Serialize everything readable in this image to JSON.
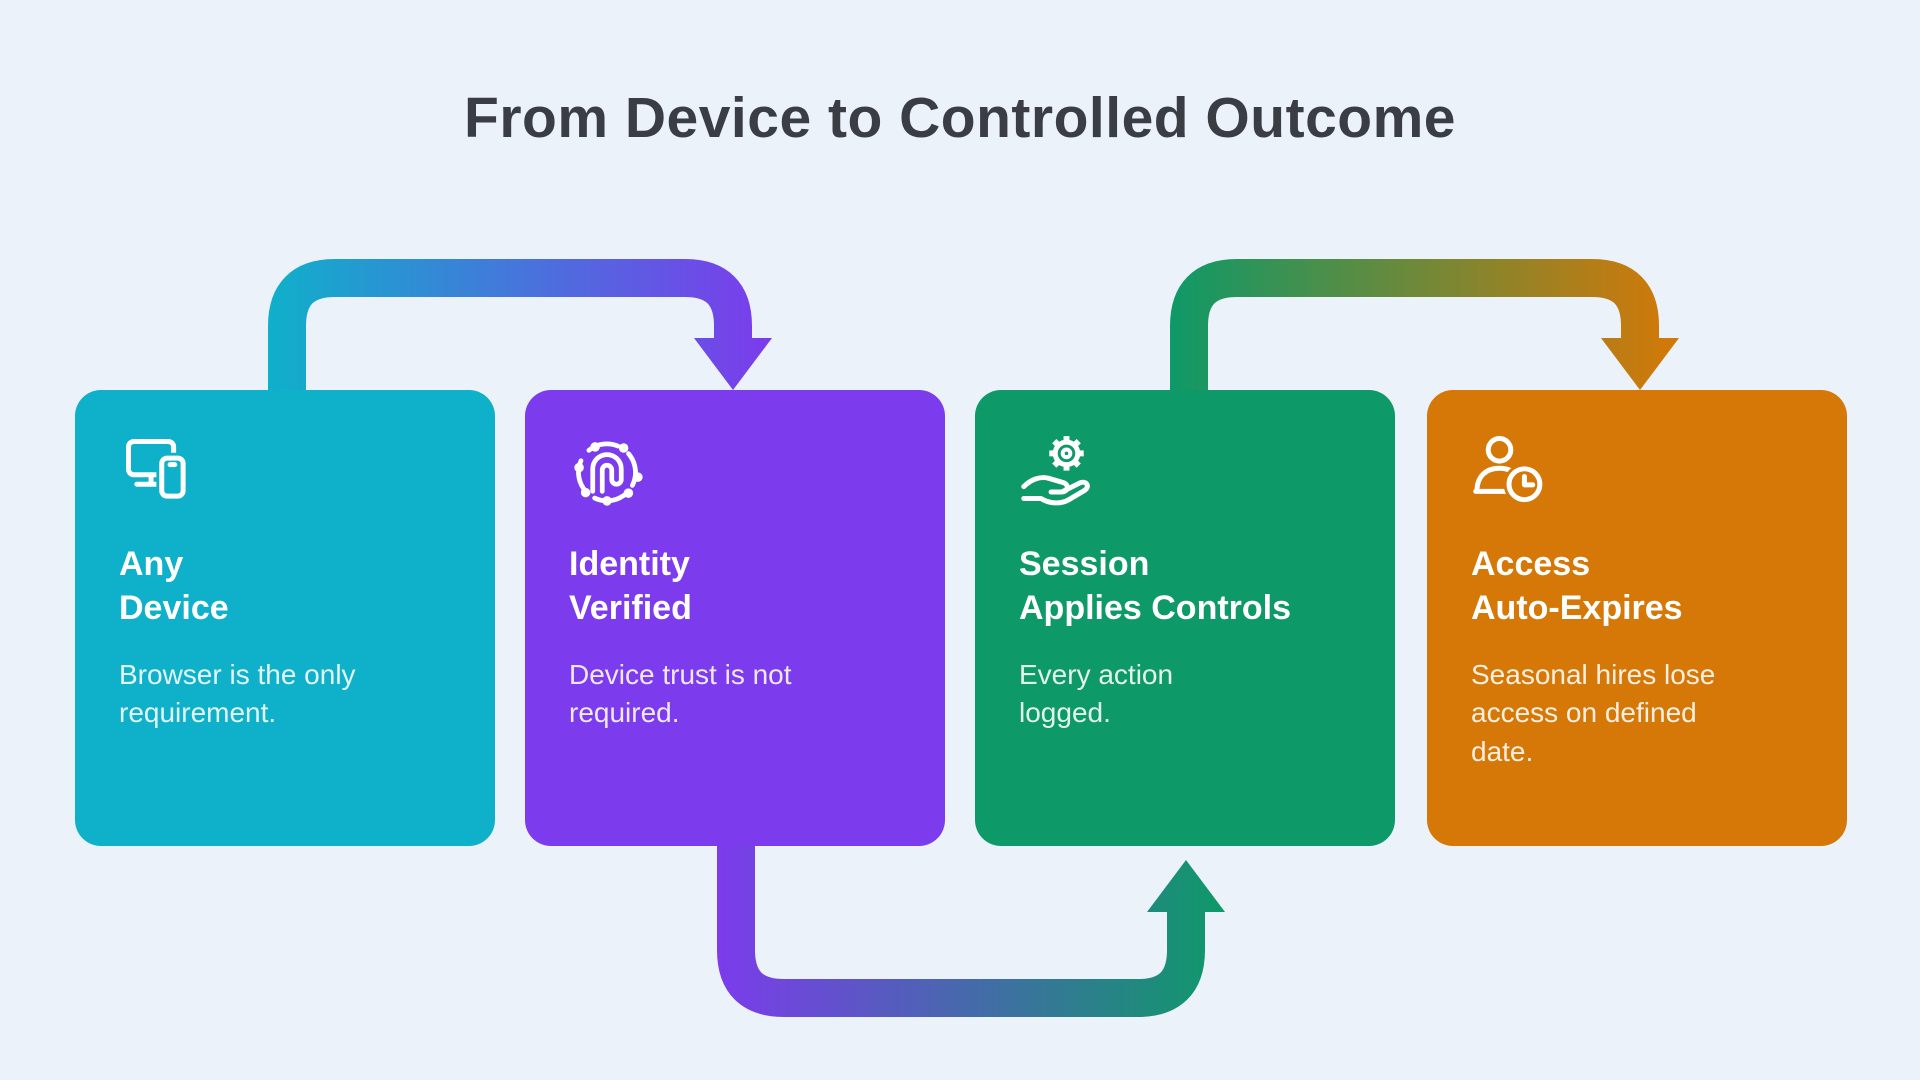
{
  "title": "From Device to Controlled Outcome",
  "colors": {
    "background": "#EBF2FA",
    "title_text": "#3A3E44",
    "card_cyan": "#0FB0CA",
    "card_purple": "#7C3BEC",
    "card_green": "#0E9968",
    "card_orange": "#D57807",
    "icon_stroke": "#FFFFFF"
  },
  "cards": [
    {
      "id": "any-device",
      "icon": "devices-icon",
      "title": "Any\nDevice",
      "body": "Browser is the only\nrequirement.",
      "color": "#0FB0CA"
    },
    {
      "id": "identity-verified",
      "icon": "fingerprint-scan-icon",
      "title": "Identity\nVerified",
      "body": "Device trust is not\nrequired.",
      "color": "#7C3BEC"
    },
    {
      "id": "session-applies-controls",
      "icon": "gear-hand-icon",
      "title": "Session\nApplies Controls",
      "body": "Every action\nlogged.",
      "color": "#0E9968"
    },
    {
      "id": "access-auto-expires",
      "icon": "user-clock-icon",
      "title": "Access\nAuto-Expires",
      "body": "Seasonal hires lose\naccess on defined\ndate.",
      "color": "#D57807"
    }
  ],
  "arrows": [
    {
      "from": "any-device",
      "to": "identity-verified",
      "position": "top",
      "gradient": [
        "#0FB0CA",
        "#7C3BEC"
      ]
    },
    {
      "from": "identity-verified",
      "to": "session-applies-controls",
      "position": "bottom",
      "gradient": [
        "#7C3BEC",
        "#0E9968"
      ]
    },
    {
      "from": "session-applies-controls",
      "to": "access-auto-expires",
      "position": "top",
      "gradient": [
        "#0E9968",
        "#D57807"
      ]
    }
  ]
}
